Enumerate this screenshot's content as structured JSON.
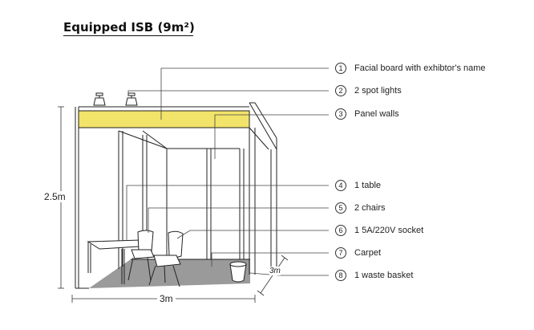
{
  "title": "Equipped ISB (9m²)",
  "legend": [
    {
      "num": "1",
      "label": "Facial board with exhibtor's name"
    },
    {
      "num": "2",
      "label": "2 spot lights"
    },
    {
      "num": "3",
      "label": "Panel walls"
    },
    {
      "num": "4",
      "label": "1 table"
    },
    {
      "num": "5",
      "label": "2 chairs"
    },
    {
      "num": "6",
      "label": "1 5A/220V socket"
    },
    {
      "num": "7",
      "label": "Carpet"
    },
    {
      "num": "8",
      "label": "1 waste basket"
    }
  ],
  "dimensions": {
    "height": "2.5m",
    "width": "3m",
    "depth": "3m"
  },
  "colors": {
    "facial_board": "#f2e36a",
    "carpet": "#9a9a9a",
    "line": "#222222"
  }
}
